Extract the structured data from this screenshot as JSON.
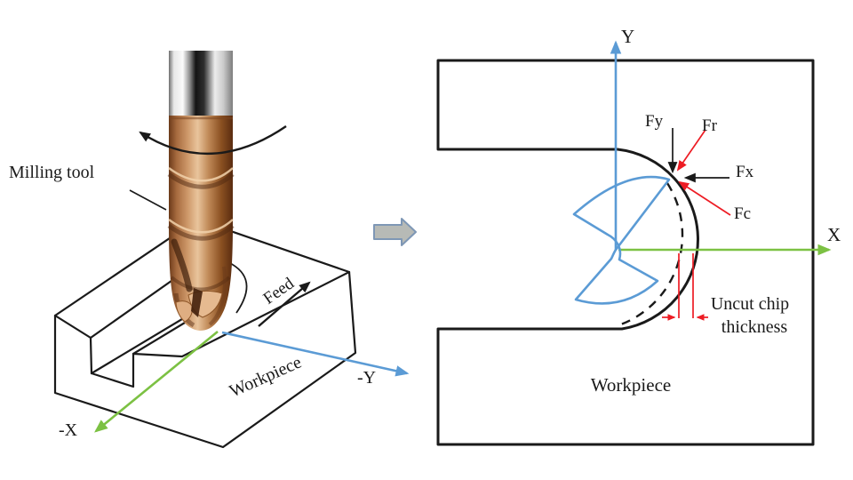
{
  "figure": {
    "left_panel": {
      "labels": {
        "milling_tool": "Milling tool",
        "feed": "Feed",
        "workpiece": "Workpiece",
        "axis_neg_x": "-X",
        "axis_neg_y": "-Y"
      },
      "features": [
        "ball-nose milling tool",
        "rotation arrow",
        "slotted workpiece block",
        "feed direction arrow"
      ]
    },
    "right_panel": {
      "labels": {
        "axis_x": "X",
        "axis_y": "Y",
        "force_fy": "Fy",
        "force_fr": "Fr",
        "force_fx": "Fx",
        "force_fc": "Fc",
        "uncut_chip_line1": "Uncut chip",
        "uncut_chip_line2": "thickness",
        "workpiece": "Workpiece"
      },
      "features": [
        "tool profile with two flutes",
        "machined arc surface",
        "previous tool path (dashed)",
        "cutting force vectors at contact point"
      ]
    },
    "colors": {
      "axis_blue": "#5b9bd5",
      "axis_green": "#7cc143",
      "force_red": "#ed1c24",
      "outline_black": "#1a1a1a",
      "tool_copper": "#c08a5c",
      "connector_gray_fill": "#b7bab6",
      "connector_gray_stroke": "#7e97b5"
    }
  }
}
